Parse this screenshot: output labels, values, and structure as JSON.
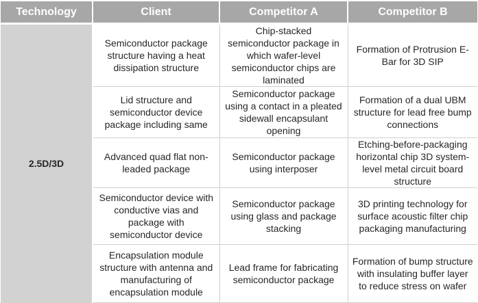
{
  "table": {
    "headers": [
      "Technology",
      "Client",
      "Competitor A",
      "Competitor B"
    ],
    "technology": "2.5D/3D",
    "rows": [
      {
        "client": "Semiconductor package structure having a heat dissipation structure",
        "competitor_a": "Chip-stacked semiconductor package in which wafer-level semiconductor chips are laminated",
        "competitor_b": "Formation of Protrusion E-Bar for 3D SIP"
      },
      {
        "client": "Lid structure and semiconductor device package including same",
        "competitor_a": "Semiconductor package using a contact in a pleated sidewall encapsulant opening",
        "competitor_b": "Formation of a dual UBM structure for lead free bump connections"
      },
      {
        "client": "Advanced quad flat non-leaded package",
        "competitor_a": "Semiconductor package using interposer",
        "competitor_b": "Etching-before-packaging horizontal chip 3D system-level metal circuit board structure"
      },
      {
        "client": "Semiconductor device with conductive vias and package with semiconductor device",
        "competitor_a": "Semiconductor package using glass and package stacking",
        "competitor_b": "3D printing technology for surface acoustic filter chip packaging manufacturing"
      },
      {
        "client": "Encapsulation module structure with antenna and manufacturing of encapsulation module",
        "competitor_a": "Lead frame for fabricating semiconductor package",
        "competitor_b": "Formation of bump structure with insulating buffer layer to reduce stress on wafer"
      }
    ]
  },
  "colors": {
    "header_bg": "#a7a7a7",
    "header_text": "#ffffff",
    "technology_bg": "#d2d2d2",
    "grid_line": "#cfcfcf",
    "body_text": "#262626"
  }
}
